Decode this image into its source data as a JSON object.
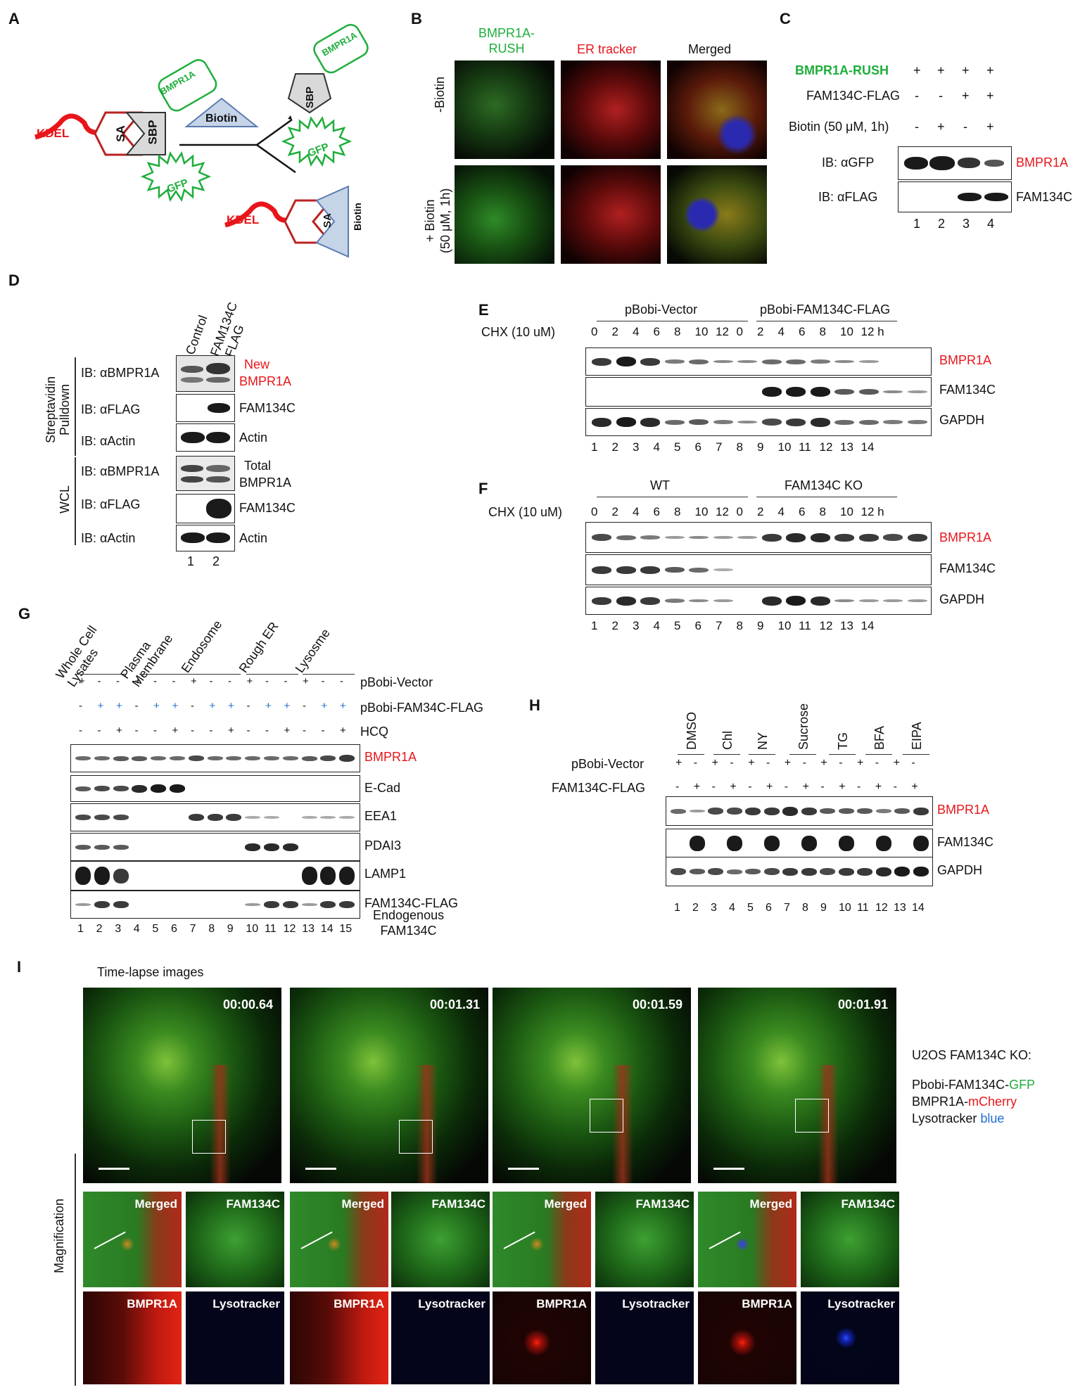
{
  "panels": {
    "A": "A",
    "B": "B",
    "C": "C",
    "D": "D",
    "E": "E",
    "F": "F",
    "G": "G",
    "H": "H",
    "I": "I"
  },
  "a": {
    "kdel": "KDEL",
    "sa": "SA",
    "sbp": "SBP",
    "bmpr1a": "BMPR1A",
    "gfp": "GFP",
    "biotin": "Biotin"
  },
  "b": {
    "col1": "BMPR1A-\nRUSH",
    "col2": "ER tracker",
    "col3": "Merged",
    "row1": "-Biotin",
    "row2": "+ Biotin\n(50 μM, 1h)"
  },
  "c": {
    "r1": "BMPR1A-RUSH",
    "r2": "FAM134C-FLAG",
    "r3": "Biotin (50 μM, 1h)",
    "signs1": [
      "+",
      "+",
      "+",
      "+"
    ],
    "signs2": [
      "-",
      "-",
      "+",
      "+"
    ],
    "signs3": [
      "-",
      "+",
      "-",
      "+"
    ],
    "ib1": "IB: αGFP",
    "ib2": "IB: αFLAG",
    "band1": "BMPR1A",
    "band2": "FAM134C",
    "lanes": [
      "1",
      "2",
      "3",
      "4"
    ]
  },
  "d": {
    "col1": "Control",
    "col2": "FAM134C\n-FLAG",
    "grp1": "Streptavidin\nPulldown",
    "grp2": "WCL",
    "ib": [
      "IB: αBMPR1A",
      "IB: αFLAG",
      "IB: αActin",
      "IB: αBMPR1A",
      "IB: αFLAG",
      "IB: αActin"
    ],
    "new": "New",
    "bmpr1a": "BMPR1A",
    "fam": "FAM134C",
    "actin": "Actin",
    "total": "Total",
    "lanes": [
      "1",
      "2"
    ]
  },
  "e": {
    "g1": "pBobi-Vector",
    "g2": "pBobi-FAM134C-FLAG",
    "chx": "CHX (10 uM)",
    "times": [
      "0",
      "2",
      "4",
      "6",
      "8",
      "10",
      "12",
      "0",
      "2",
      "4",
      "6",
      "8",
      "10",
      "12 h"
    ],
    "bands": [
      "BMPR1A",
      "FAM134C",
      "GAPDH"
    ],
    "lanes": [
      "1",
      "2",
      "3",
      "4",
      "5",
      "6",
      "7",
      "8",
      "9",
      "10",
      "11",
      "12",
      "13",
      "14"
    ]
  },
  "f": {
    "g1": "WT",
    "g2": "FAM134C KO",
    "chx": "CHX (10 uM)",
    "times": [
      "0",
      "2",
      "4",
      "6",
      "8",
      "10",
      "12",
      "0",
      "2",
      "4",
      "6",
      "8",
      "10",
      "12 h"
    ],
    "bands": [
      "BMPR1A",
      "FAM134C",
      "GAPDH"
    ],
    "lanes": [
      "1",
      "2",
      "3",
      "4",
      "5",
      "6",
      "7",
      "8",
      "9",
      "10",
      "11",
      "12",
      "13",
      "14"
    ]
  },
  "g": {
    "cols": [
      "Whole Cell\nLysates",
      "Plasma\nMembrane",
      "Endosome",
      "Rough ER",
      "Lysosme"
    ],
    "r1": "pBobi-Vector",
    "r2": "pBobi-FAM34C-FLAG",
    "r3": "HCQ",
    "s1": [
      "+",
      "-",
      "-",
      "+",
      "-",
      "-",
      "+",
      "-",
      "-",
      "+",
      "-",
      "-",
      "+",
      "-",
      "-"
    ],
    "s2": [
      "-",
      "+",
      "+",
      "-",
      "+",
      "+",
      "-",
      "+",
      "+",
      "-",
      "+",
      "+",
      "-",
      "+",
      "+"
    ],
    "s3": [
      "-",
      "-",
      "+",
      "-",
      "-",
      "+",
      "-",
      "-",
      "+",
      "-",
      "-",
      "+",
      "-",
      "-",
      "+"
    ],
    "bands": [
      "BMPR1A",
      "E-Cad",
      "EEA1",
      "PDAI3",
      "LAMP1",
      "FAM134C-FLAG",
      "Endogenous\nFAM134C"
    ],
    "lanes": [
      "1",
      "2",
      "3",
      "4",
      "5",
      "6",
      "7",
      "8",
      "9",
      "10",
      "11",
      "12",
      "13",
      "14",
      "15"
    ]
  },
  "h": {
    "cols": [
      "DMSO",
      "Chl",
      "NY",
      "Sucrose",
      "TG",
      "BFA",
      "EIPA"
    ],
    "r1": "pBobi-Vector",
    "r2": "FAM134C-FLAG",
    "s1": [
      "+",
      "-",
      "+",
      "-",
      "+",
      "-",
      "+",
      "-",
      "+",
      "-",
      "+",
      "-",
      "+",
      "-"
    ],
    "s2": [
      "-",
      "+",
      "-",
      "+",
      "-",
      "+",
      "-",
      "+",
      "-",
      "+",
      "-",
      "+",
      "-",
      "+"
    ],
    "bands": [
      "BMPR1A",
      "FAM134C",
      "GAPDH"
    ],
    "lanes": [
      "1",
      "2",
      "3",
      "4",
      "5",
      "6",
      "7",
      "8",
      "9",
      "10",
      "11",
      "12",
      "13",
      "14"
    ]
  },
  "i": {
    "title": "Time-lapse images",
    "times": [
      "00:00.64",
      "00:01.31",
      "00:01.59",
      "00:01.91"
    ],
    "merged": "Merged",
    "fam": "FAM134C",
    "bmpr": "BMPR1A",
    "lyso": "Lysotracker",
    "mag": "Magnification",
    "leg1": "U2OS FAM134C KO:",
    "leg2a": "Pbobi-FAM134C-",
    "leg2b": "GFP",
    "leg3a": "BMPR1A-",
    "leg3b": "mCherry",
    "leg4a": "Lysotracker ",
    "leg4b": "blue"
  }
}
